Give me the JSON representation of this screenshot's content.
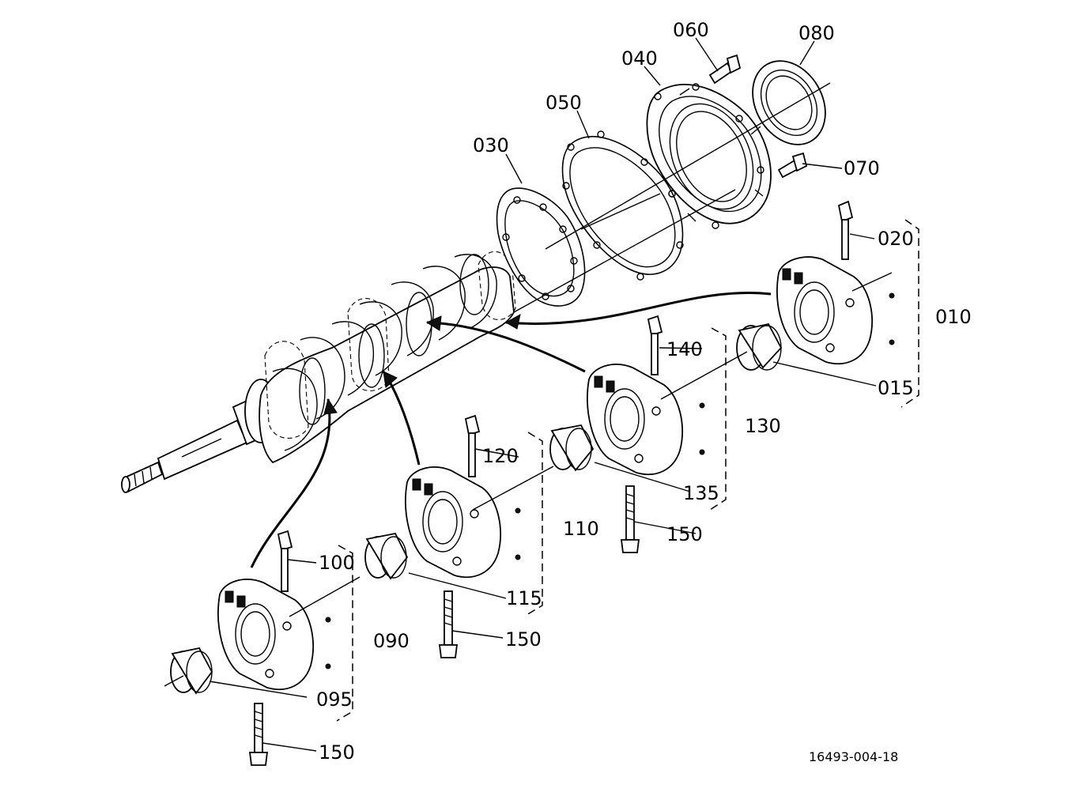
{
  "labels": {
    "l010": "010",
    "l015": "015",
    "l020": "020",
    "l030": "030",
    "l040": "040",
    "l050": "050",
    "l060": "060",
    "l070": "070",
    "l080": "080",
    "l090": "090",
    "l095": "095",
    "l100": "100",
    "l110": "110",
    "l115": "115",
    "l120": "120",
    "l130": "130",
    "l135": "135",
    "l140": "140",
    "l150a": "150",
    "l150b": "150",
    "l150c": "150"
  },
  "reference": "16493-004-18",
  "colors": {
    "ink": "#000000",
    "paper": "#ffffff"
  }
}
